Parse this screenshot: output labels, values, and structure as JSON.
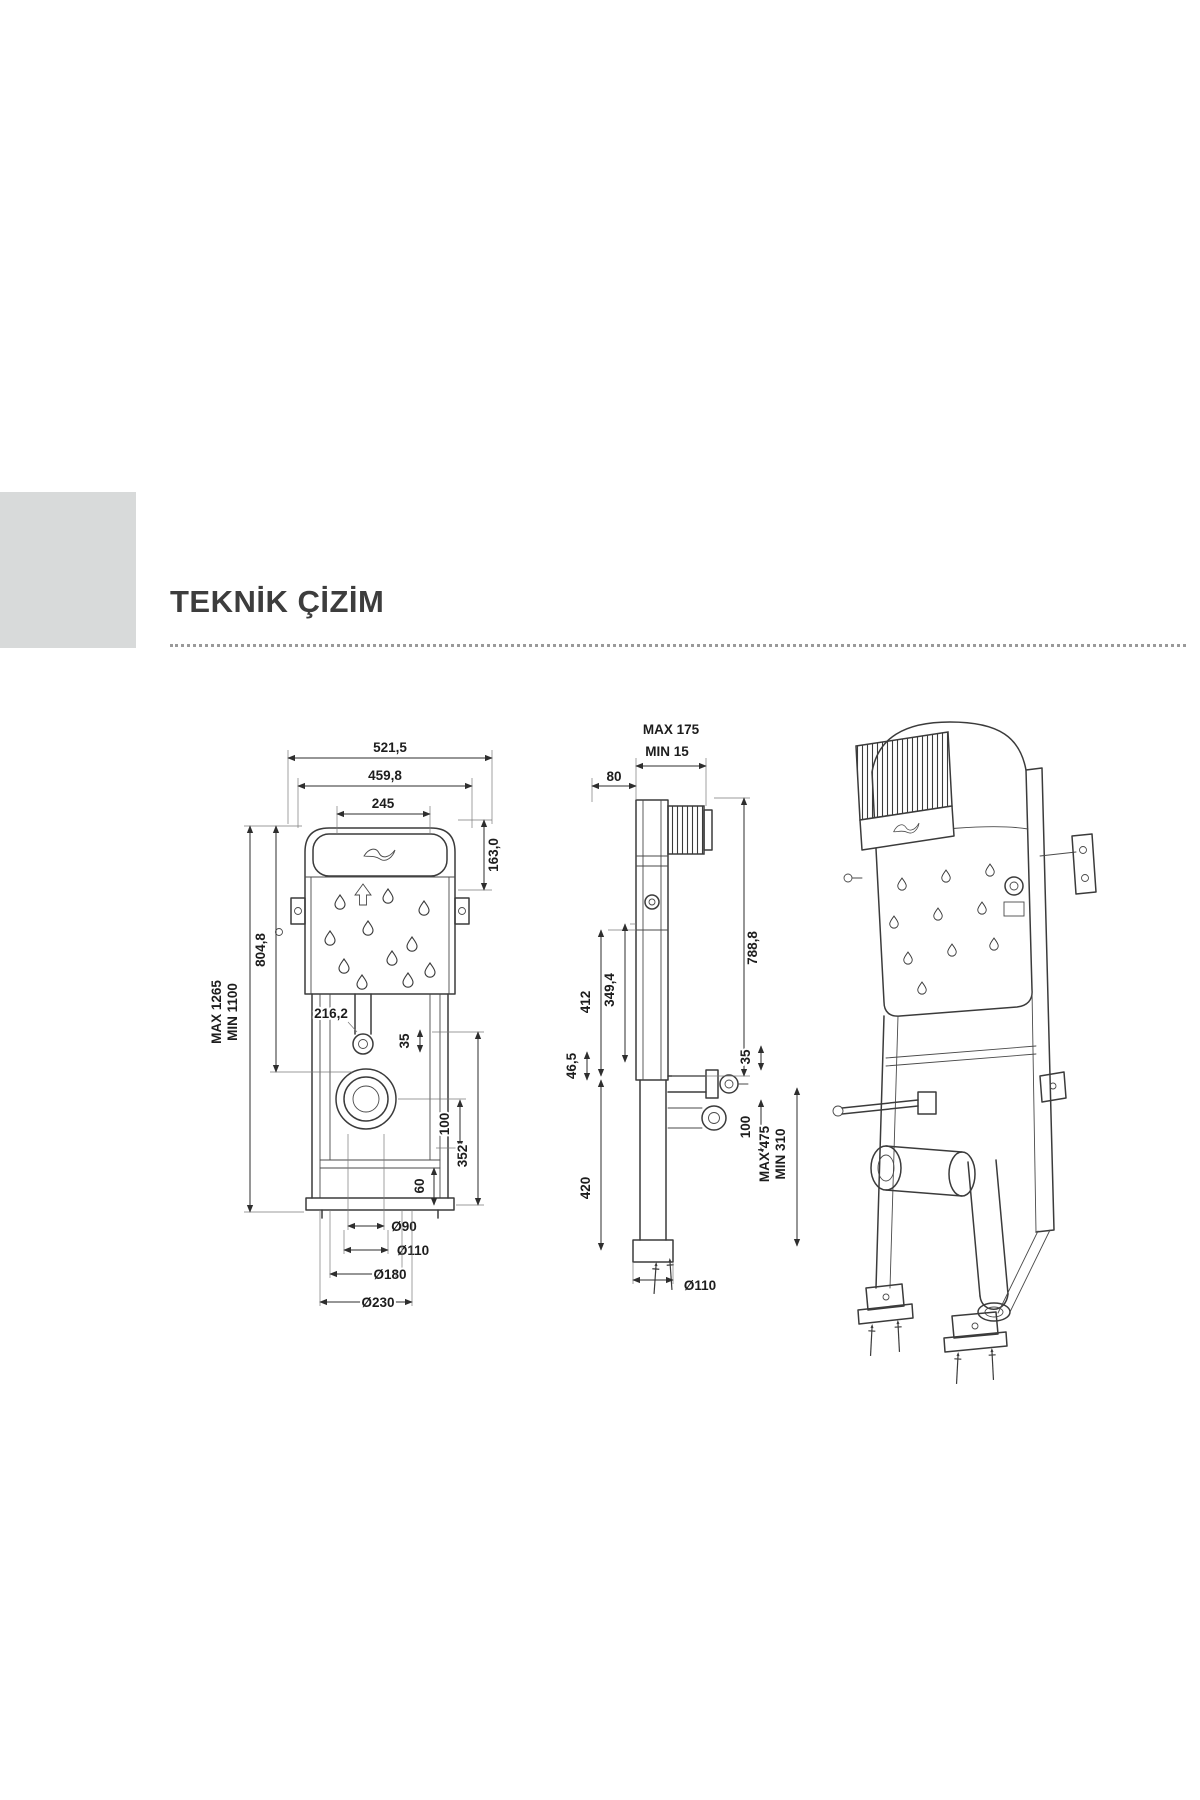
{
  "page": {
    "title": "TEKNİK ÇİZİM"
  },
  "front": {
    "w521": "521,5",
    "w459": "459,8",
    "w245": "245",
    "h163": "163,0",
    "hmax": "MAX 1265",
    "hmin": "MIN 1100",
    "h804": "804,8",
    "d216": "216,2",
    "d35": "35",
    "d100": "100",
    "d352": "352",
    "d60": "60",
    "dia90": "Ø90",
    "dia110": "Ø110",
    "dia180": "Ø180",
    "dia230": "Ø230"
  },
  "side": {
    "max175": "MAX 175",
    "min15": "MIN 15",
    "d80": "80",
    "d349": "349,4",
    "d412": "412",
    "d465": "46,5",
    "d788": "788,8",
    "d35": "35",
    "d100": "100",
    "max475": "MAX 475",
    "min310": "MIN 310",
    "d420": "420",
    "dia110": "Ø110"
  }
}
